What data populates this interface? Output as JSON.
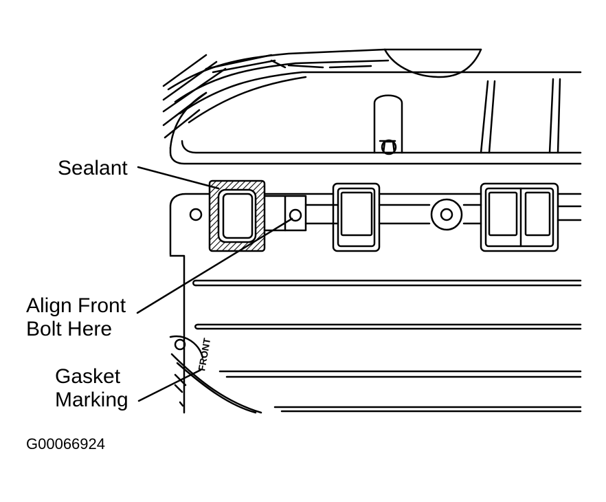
{
  "callouts": {
    "sealant": "Sealant",
    "align_front_bolt_line1": "Align Front",
    "align_front_bolt_line2": "Bolt Here",
    "gasket_marking_line1": "Gasket",
    "gasket_marking_line2": "Marking"
  },
  "gasket_text": "FRONT",
  "figure_id": "G00066924",
  "colors": {
    "line": "#000000",
    "background": "#ffffff"
  }
}
